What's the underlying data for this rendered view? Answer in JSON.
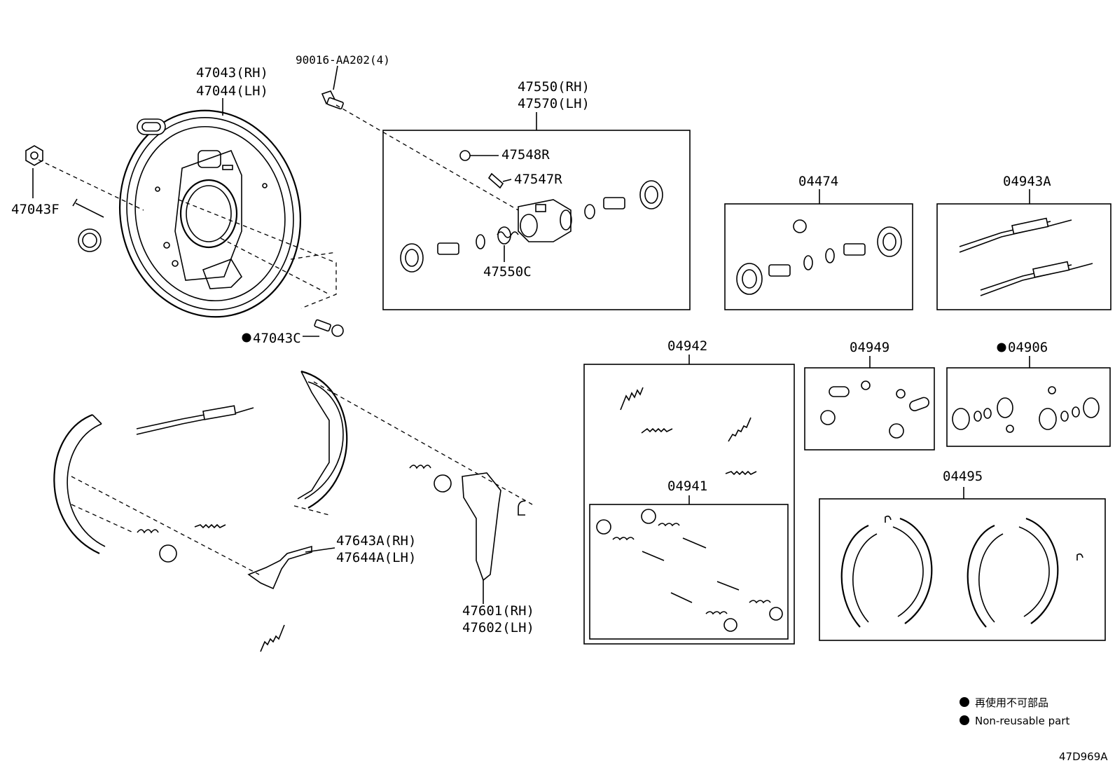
{
  "labels": {
    "backing_plate": [
      "47043(RH)",
      "47044(LH)"
    ],
    "bolt": "90016-AA202(4)",
    "bolt_nut": "47043F",
    "plug_rubber": "47043C",
    "wheel_cylinder": [
      "47550(RH)",
      "47570(LH)"
    ],
    "bleeder_cap": "47548R",
    "bleeder_plug": "47547R",
    "cylinder_spring": "47550C",
    "kit_04474": "04474",
    "kit_04943A": "04943A",
    "kit_04942": "04942",
    "kit_04949": "04949",
    "kit_04906": "04906",
    "kit_04941": "04941",
    "kit_04495": "04495",
    "lever": [
      "47643A(RH)",
      "47644A(LH)"
    ],
    "shoe_lever": [
      "47601(RH)",
      "47602(LH)"
    ]
  },
  "legend": {
    "jp": "再使用不可部品",
    "en": "Non-reusable part"
  },
  "diagram_id": "47D969A"
}
